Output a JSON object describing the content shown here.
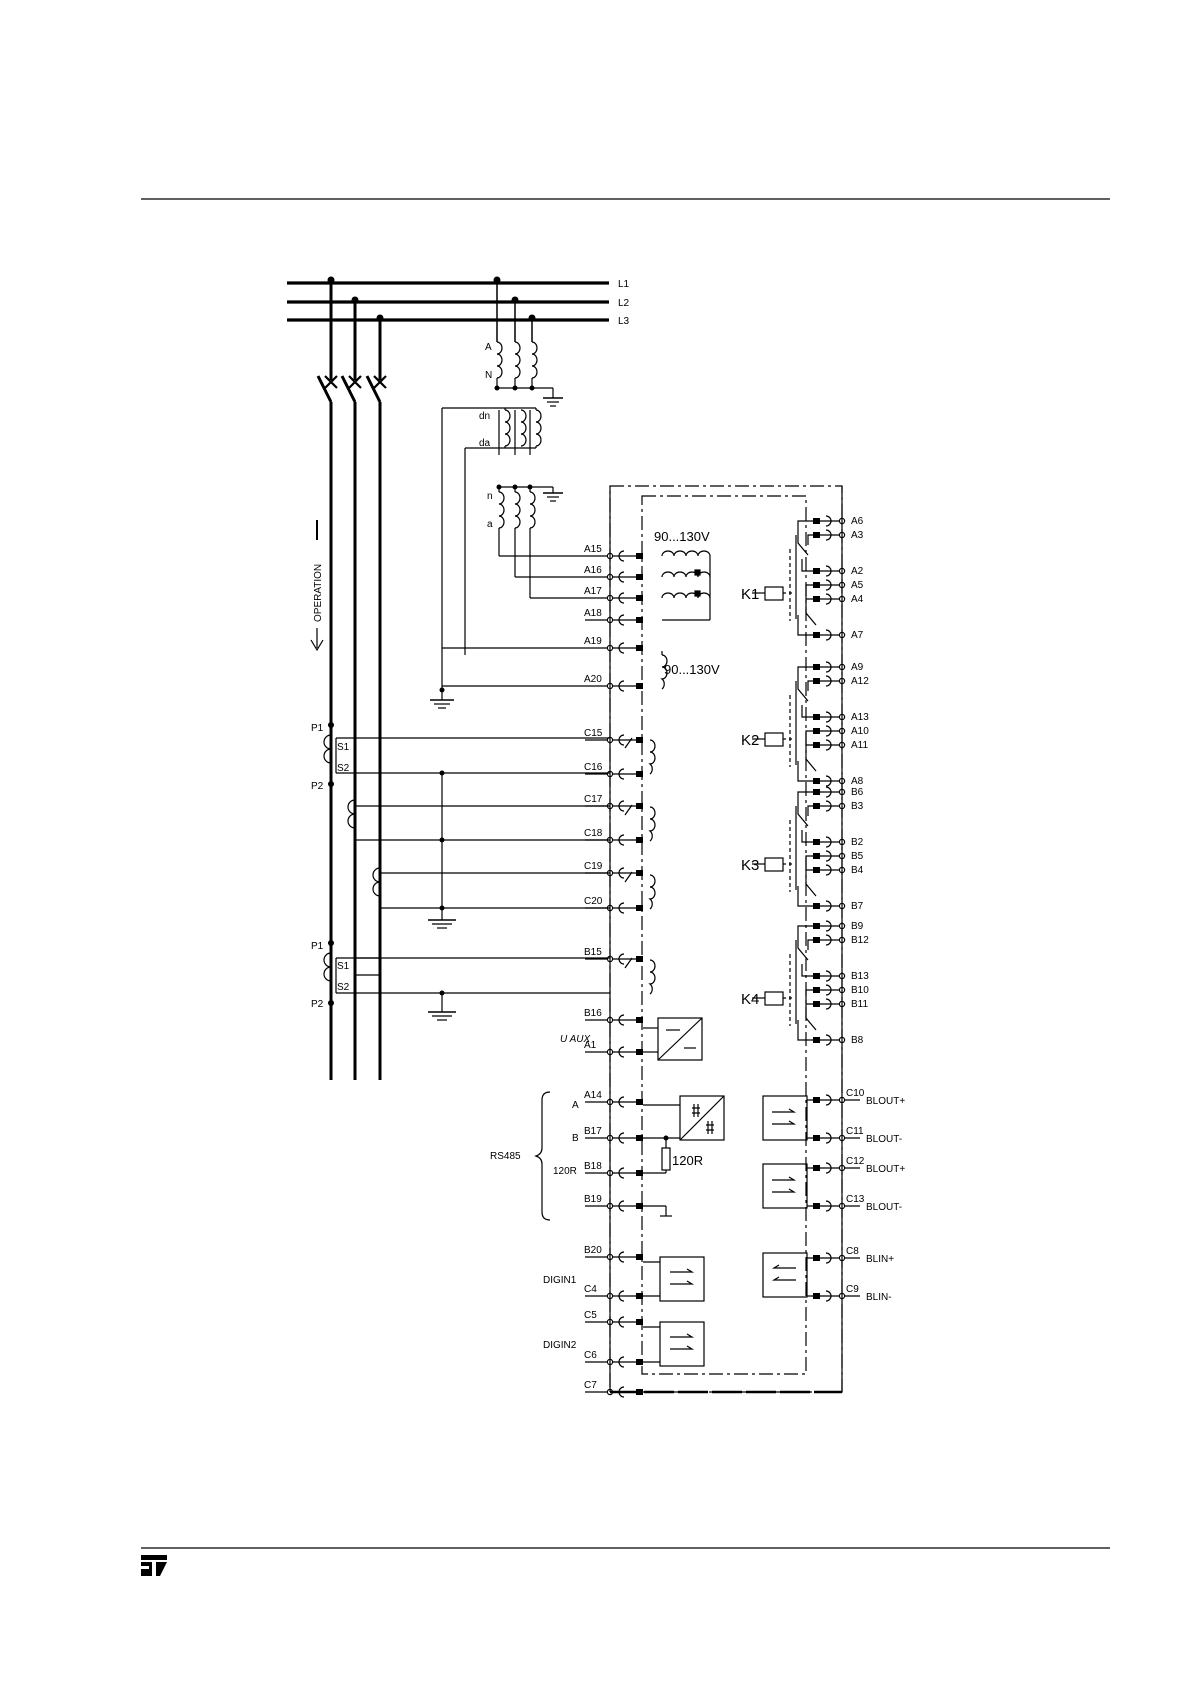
{
  "phases": [
    "L1",
    "L2",
    "L3"
  ],
  "vt": {
    "primary_labels": [
      "A",
      "N"
    ],
    "secondary_labels": [
      "dn",
      "da"
    ],
    "tertiary_labels": [
      "n",
      "a"
    ],
    "range_label_1": "90...130V",
    "range_label_2": "90...130V"
  },
  "operation_label": "OPERATION",
  "ct_labels": {
    "p1": "P1",
    "s1": "S1",
    "s2": "S2",
    "p2": "P2"
  },
  "left_terminals": [
    "A15",
    "A16",
    "A17",
    "A18",
    "A19",
    "A20",
    "C15",
    "C16",
    "C17",
    "C18",
    "C19",
    "C20",
    "B15",
    "B16",
    "A1",
    "A14",
    "B17",
    "B18",
    "B19",
    "B20",
    "C4",
    "C5",
    "C6",
    "C7"
  ],
  "aux_label": "U AUX",
  "rs485": {
    "label": "RS485",
    "a": "A",
    "b": "B",
    "term": "120R",
    "resistor": "120R"
  },
  "digin": [
    "DIGIN1",
    "DIGIN2"
  ],
  "relays": [
    {
      "name": "K1",
      "terminals": [
        "A6",
        "A3",
        "A2",
        "A5",
        "A4",
        "A7"
      ]
    },
    {
      "name": "K2",
      "terminals": [
        "A9",
        "A12",
        "A13",
        "A10",
        "A11",
        "A8"
      ]
    },
    {
      "name": "K3",
      "terminals": [
        "B6",
        "B3",
        "B2",
        "B5",
        "B4",
        "B7"
      ]
    },
    {
      "name": "K4",
      "terminals": [
        "B9",
        "B12",
        "B13",
        "B10",
        "B11",
        "B8"
      ]
    }
  ],
  "blocking": [
    {
      "terminal": "C10",
      "label": "BLOUT+"
    },
    {
      "terminal": "C11",
      "label": "BLOUT-"
    },
    {
      "terminal": "C12",
      "label": "BLOUT+"
    },
    {
      "terminal": "C13",
      "label": "BLOUT-"
    },
    {
      "terminal": "C8",
      "label": "BLIN+"
    },
    {
      "terminal": "C9",
      "label": "BLIN-"
    }
  ]
}
